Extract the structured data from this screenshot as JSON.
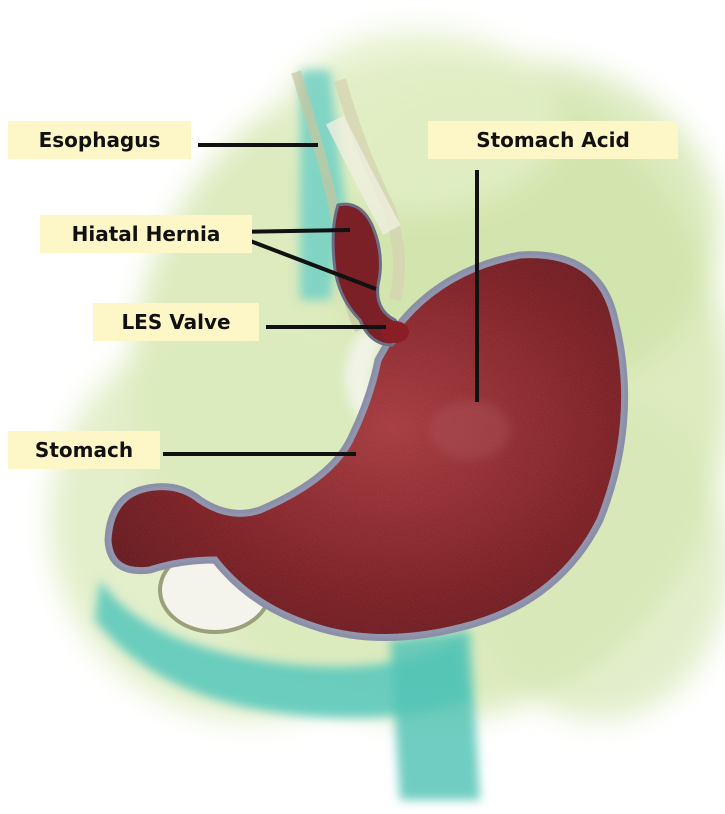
{
  "labels": {
    "esophagus": "Esophagus",
    "hiatal_hernia": "Hiatal Hernia",
    "les_valve": "LES Valve",
    "stomach": "Stomach",
    "stomach_acid": "Stomach Acid"
  },
  "colors": {
    "label_background": "#fdf6c6",
    "stomach": "#7a1a1f",
    "stomach_highlight": "#a3353a",
    "teal": "#5cc9bb",
    "green_wash": "#cfe3a8",
    "leader_line": "#111111"
  }
}
